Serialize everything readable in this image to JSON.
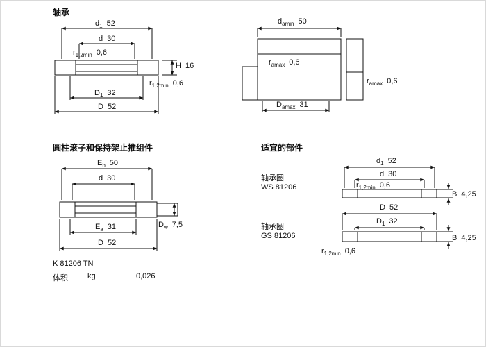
{
  "colors": {
    "line": "#111111",
    "gray_fill": "#a9b1b9",
    "background": "#ffffff"
  },
  "bearing_section": {
    "title": "轴承",
    "dims": {
      "d1": {
        "base": "d",
        "sub": "1",
        "value": "52"
      },
      "d": {
        "base": "d",
        "value": "30"
      },
      "r12_top": {
        "base": "r",
        "sub": "1,2min",
        "value": "0,6"
      },
      "H": {
        "base": "H",
        "value": "16"
      },
      "r12_bottom": {
        "base": "r",
        "sub": "1,2min",
        "value": "0,6"
      },
      "D1": {
        "base": "D",
        "sub": "1",
        "value": "32"
      },
      "D": {
        "base": "D",
        "value": "52"
      }
    }
  },
  "abutment_section": {
    "dims": {
      "da_min": {
        "base": "d",
        "sub": "amin",
        "value": "50"
      },
      "ra_max_inner": {
        "base": "r",
        "sub": "amax",
        "value": "0,6"
      },
      "ra_max_outer": {
        "base": "r",
        "sub": "amax",
        "value": "0,6"
      },
      "Da_max": {
        "base": "D",
        "sub": "amax",
        "value": "31"
      }
    }
  },
  "assembly_section": {
    "title": "圆柱滚子和保持架止推组件",
    "dims": {
      "Eb": {
        "base": "E",
        "sub": "b",
        "value": "50"
      },
      "d": {
        "base": "d",
        "value": "30"
      },
      "Dw": {
        "base": "D",
        "sub": "w",
        "value": "7,5"
      },
      "Ea": {
        "base": "E",
        "sub": "a",
        "value": "31"
      },
      "D": {
        "base": "D",
        "value": "52"
      }
    },
    "designation": "K 81206 TN",
    "mass": {
      "label": "体积",
      "unit": "kg",
      "value": "0,026"
    }
  },
  "components_section": {
    "title": "适宜的部件",
    "ws": {
      "label": "轴承圈",
      "designation": "WS 81206"
    },
    "gs": {
      "label": "轴承圈",
      "designation": "GS 81206"
    },
    "dims": {
      "d1": {
        "base": "d",
        "sub": "1",
        "value": "52"
      },
      "d": {
        "base": "d",
        "value": "30"
      },
      "r12_ws": {
        "base": "r",
        "sub": "1,2min",
        "value": "0,6"
      },
      "B_ws": {
        "base": "B",
        "value": "4,25"
      },
      "D": {
        "base": "D",
        "value": "52"
      },
      "D1": {
        "base": "D",
        "sub": "1",
        "value": "32"
      },
      "B_gs": {
        "base": "B",
        "value": "4,25"
      },
      "r12_gs": {
        "base": "r",
        "sub": "1,2min",
        "value": "0,6"
      }
    }
  }
}
